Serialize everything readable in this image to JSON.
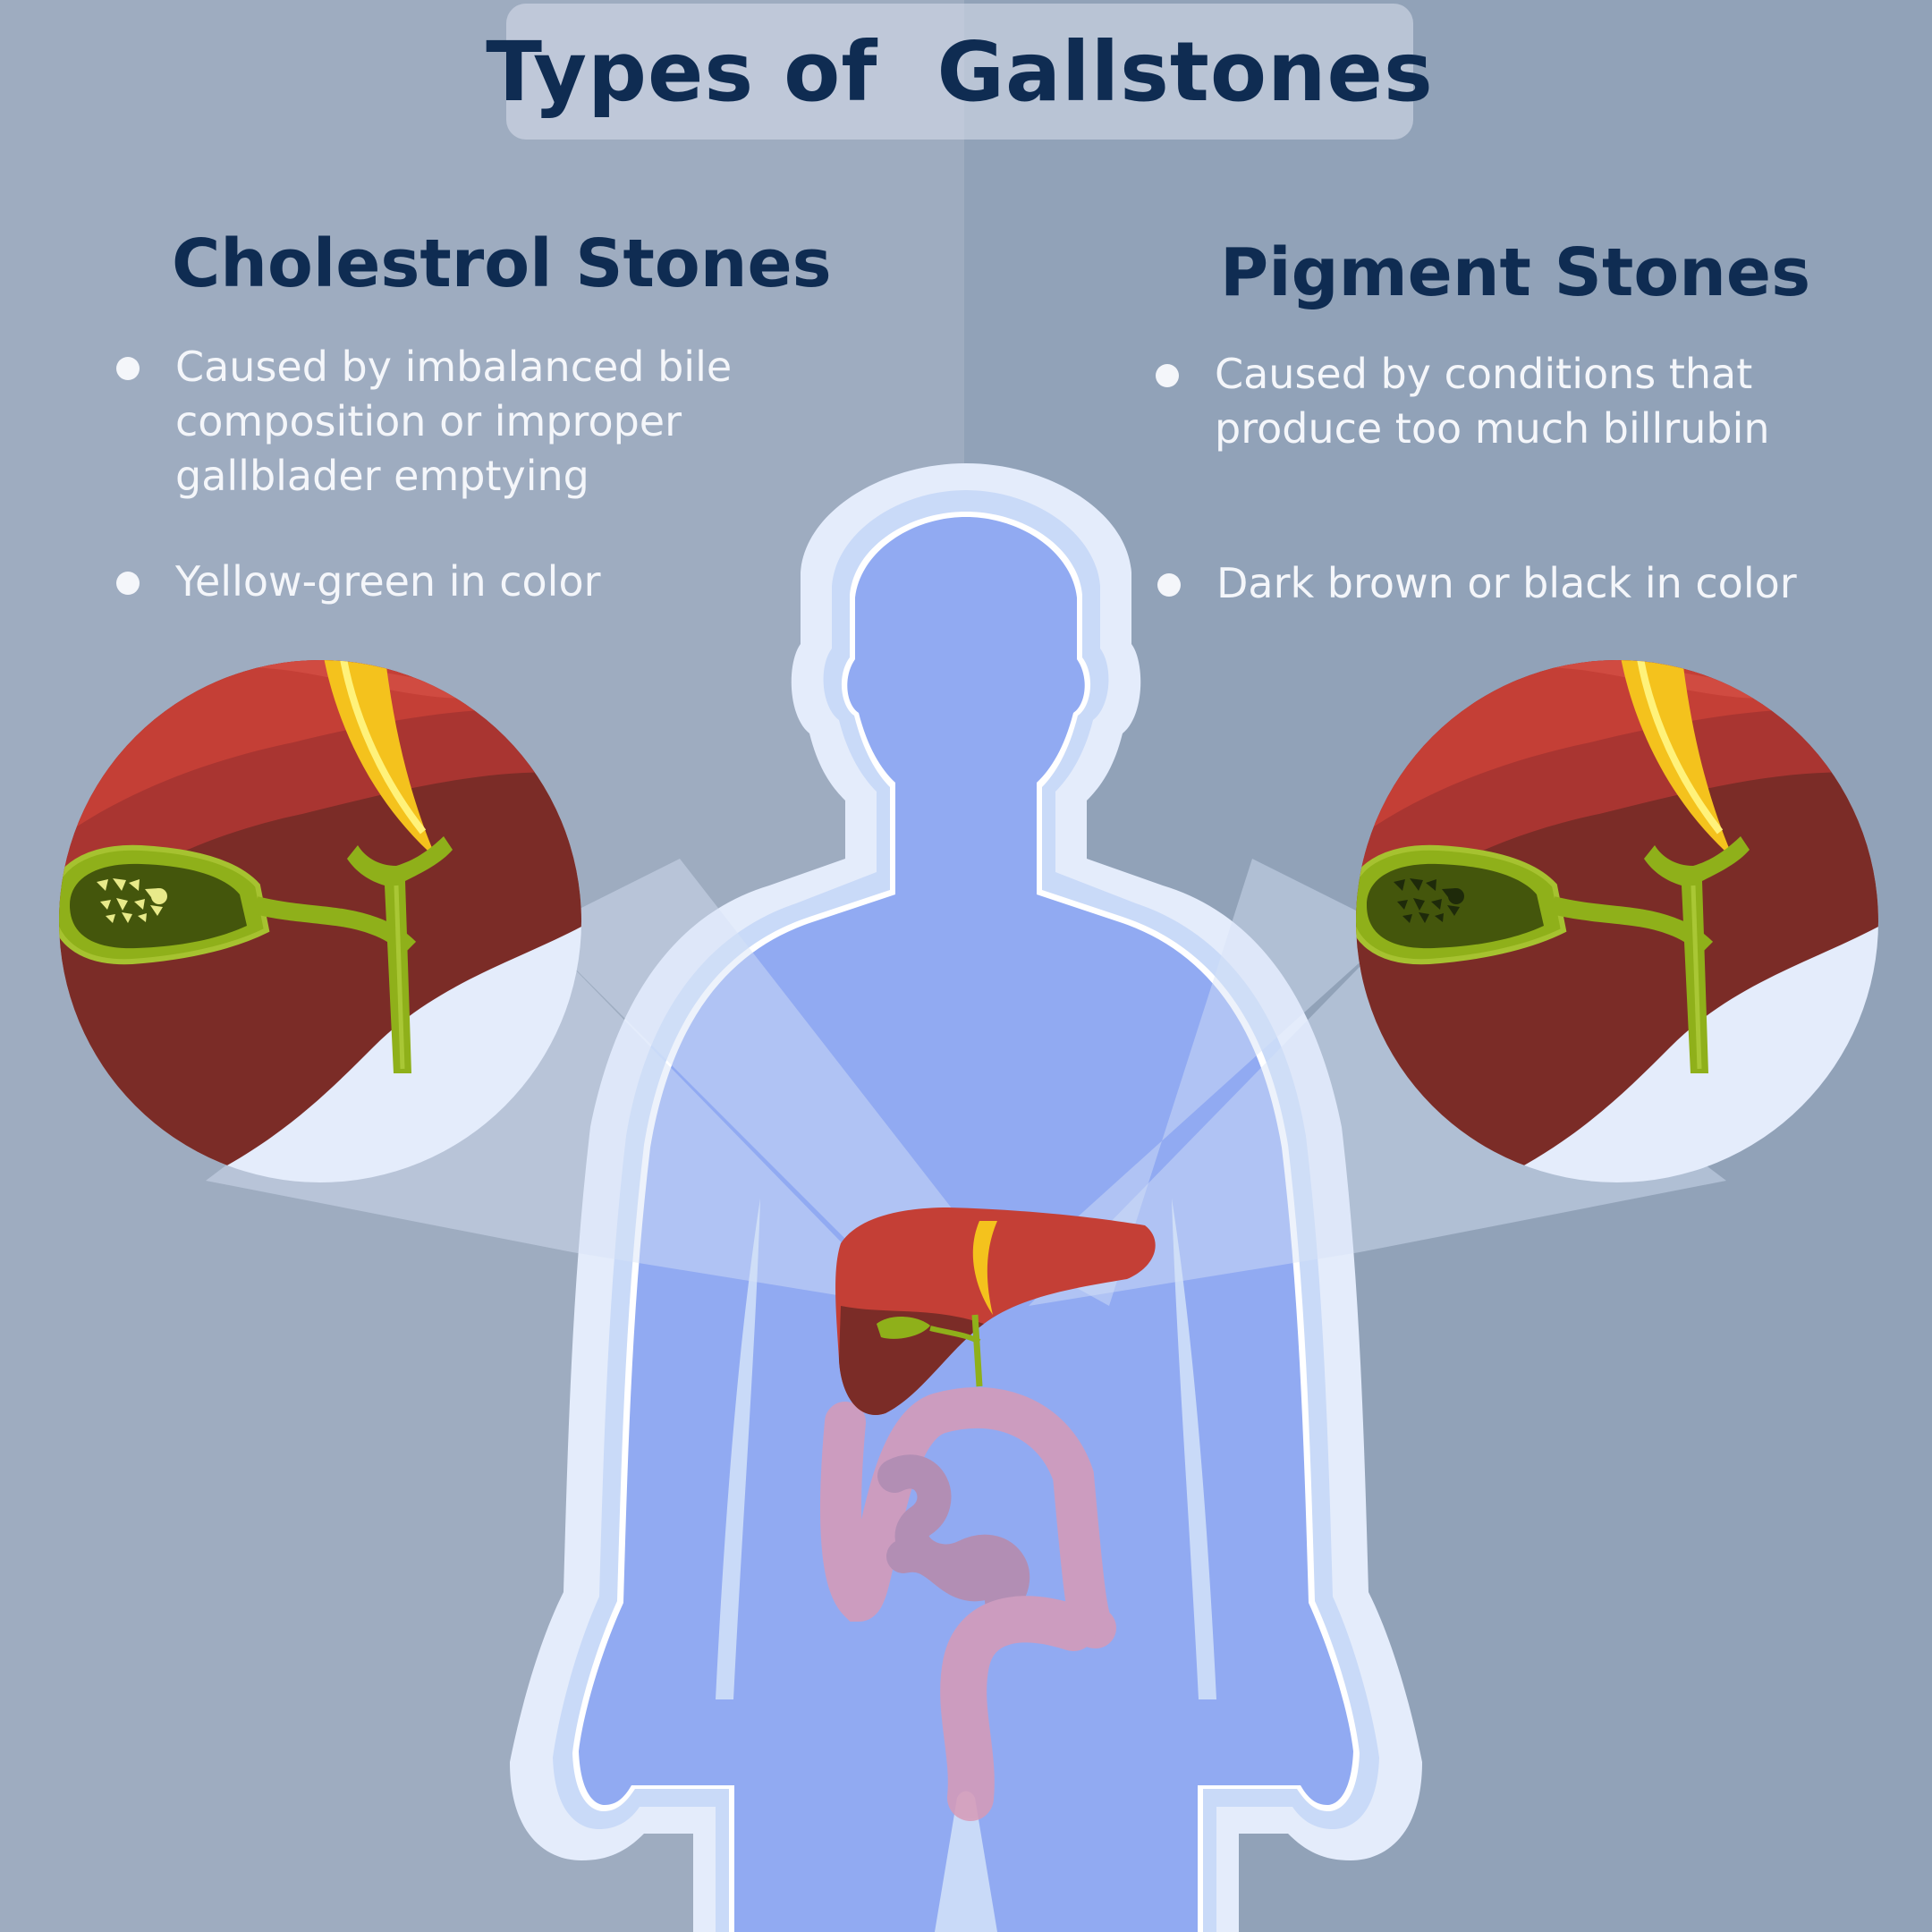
{
  "title": "Types of  Gallstones",
  "left": {
    "heading": "Cholestrol Stones",
    "bullets": [
      "Caused by imbalanced bile\ncomposition or improper\ngallblader emptying",
      "Yellow-green in color"
    ]
  },
  "right": {
    "heading": "Pigment Stones",
    "bullets": [
      "Caused by conditions that\nproduce too much billrubin",
      "Dark brown or black in color"
    ]
  },
  "colors": {
    "background_left": "#9eacc0",
    "background_right": "#91a2b8",
    "heading": "#0f2c52",
    "body": "#91aaf2",
    "liver": "#c43f36",
    "gallbladder": "#8fb01a",
    "cholesterol_stone": "#e8ea8a",
    "pigment_stone": "#1e2a0a",
    "intestine": "#d79ab7"
  }
}
